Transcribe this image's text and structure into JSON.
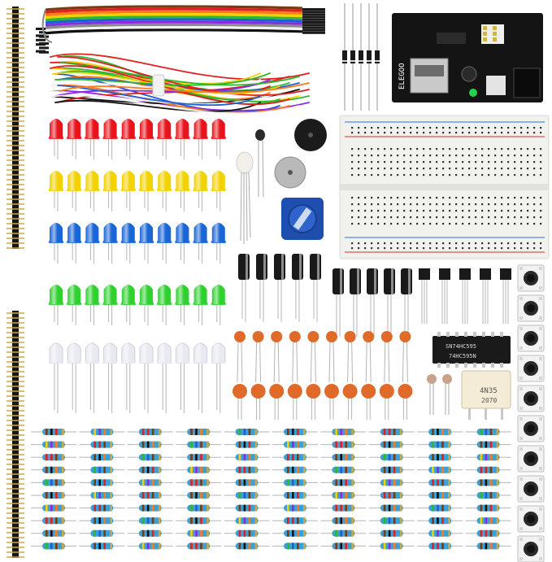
{
  "colors": {
    "led_rows": [
      "#e8141c",
      "#f2d200",
      "#1a66d6",
      "#2fd12f",
      "#e9e9f2"
    ],
    "ribbon": [
      "#7a3b14",
      "#e02020",
      "#ff7a1a",
      "#f5d000",
      "#2db82d",
      "#1f5fd6",
      "#8a2be2",
      "#8a8a8a",
      "#f2f2f2",
      "#111111"
    ],
    "resistor_body": "#3f9fd0",
    "breadboard": "#f1f1ee",
    "board": "#111111",
    "potentiometer": "#1e4fb0",
    "capacitor": "#e06a2a",
    "electrolytic": "#1a1a1a",
    "button_base": "#f2f2f2"
  },
  "labels": {
    "elegoo": "ELEGOO",
    "ic_shift": "74HC595N",
    "ic_marking": "SN74HC595",
    "optocoupler": "4N35",
    "optocoupler_code": "2070"
  },
  "counts": {
    "leds_per_row": 10,
    "resistor_rows": 10,
    "resistor_cols": 10,
    "buttons": 10,
    "diodes": 5
  }
}
